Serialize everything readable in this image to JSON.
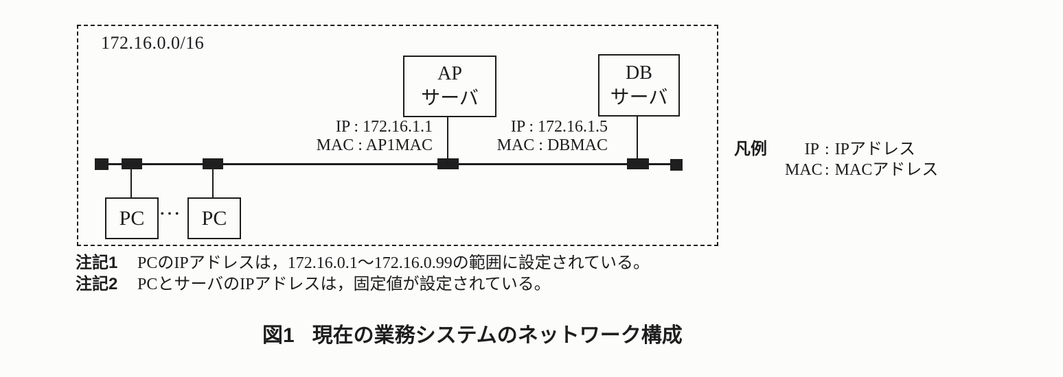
{
  "figure": {
    "network_label": "172.16.0.0/16",
    "ellipsis": "…",
    "nodes": {
      "ap": {
        "name_line1": "AP",
        "name_line2": "サーバ",
        "ip": "IP : 172.16.1.1",
        "mac": "MAC : AP1MAC"
      },
      "db": {
        "name_line1": "DB",
        "name_line2": "サーバ",
        "ip": "IP : 172.16.1.5",
        "mac": "MAC : DBMAC"
      },
      "pc1": {
        "name": "PC"
      },
      "pc2": {
        "name": "PC"
      }
    },
    "legend": {
      "title": "凡例",
      "separator": ":",
      "rows": [
        {
          "key": "IP",
          "value": "IPアドレス"
        },
        {
          "key": "MAC",
          "value": "MACアドレス"
        }
      ]
    },
    "notes": [
      {
        "label": "注記1",
        "text": "PCのIPアドレスは，172.16.0.1～172.16.0.99の範囲に設定されている。"
      },
      {
        "label": "注記2",
        "text": "PCとサーバのIPアドレスは，固定値が設定されている。"
      }
    ],
    "caption": {
      "number": "図1",
      "title": "現在の業務システムのネットワーク構成"
    },
    "colors": {
      "ink": "#1c1c1c",
      "background": "#fcfcfb"
    }
  }
}
